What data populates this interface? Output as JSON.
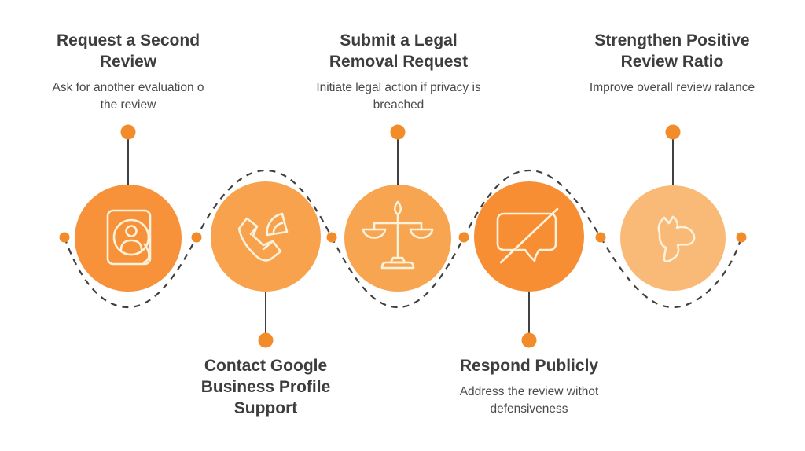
{
  "colors": {
    "line": "#404040",
    "dot": "#F28C2B",
    "icon_stroke": "#FBF2DC",
    "title_text": "#3d3d3d",
    "desc_text": "#4a4a4a"
  },
  "steps": [
    {
      "title": "Request a Second\nReview",
      "desc": "Ask for another evaluation o\nthe review",
      "circle_color": "#F7913A",
      "icon": "id-card-user-icon",
      "text_position": "top"
    },
    {
      "title": "Contact Google\nBusiness Profile\nSupport",
      "circle_color": "#F8A24E",
      "icon": "phone-call-icon",
      "text_position": "bottom"
    },
    {
      "title": "Submit a Legal\nRemoval Request",
      "desc": "Initiate legal action if privacy is\nbreached",
      "circle_color": "#F8A551",
      "icon": "justice-scale-icon",
      "text_position": "top"
    },
    {
      "title": "Respond Publicly",
      "desc": "Address the review withot\ndefensiveness",
      "circle_color": "#F78E33",
      "icon": "speech-bubble-slash-icon",
      "text_position": "bottom"
    },
    {
      "title": "Strengthen Positive\nReview Ratio",
      "desc": "Improve overall review ralance",
      "circle_color": "#F9BA78",
      "icon": "thumbs-up-icon",
      "text_position": "top"
    }
  ]
}
